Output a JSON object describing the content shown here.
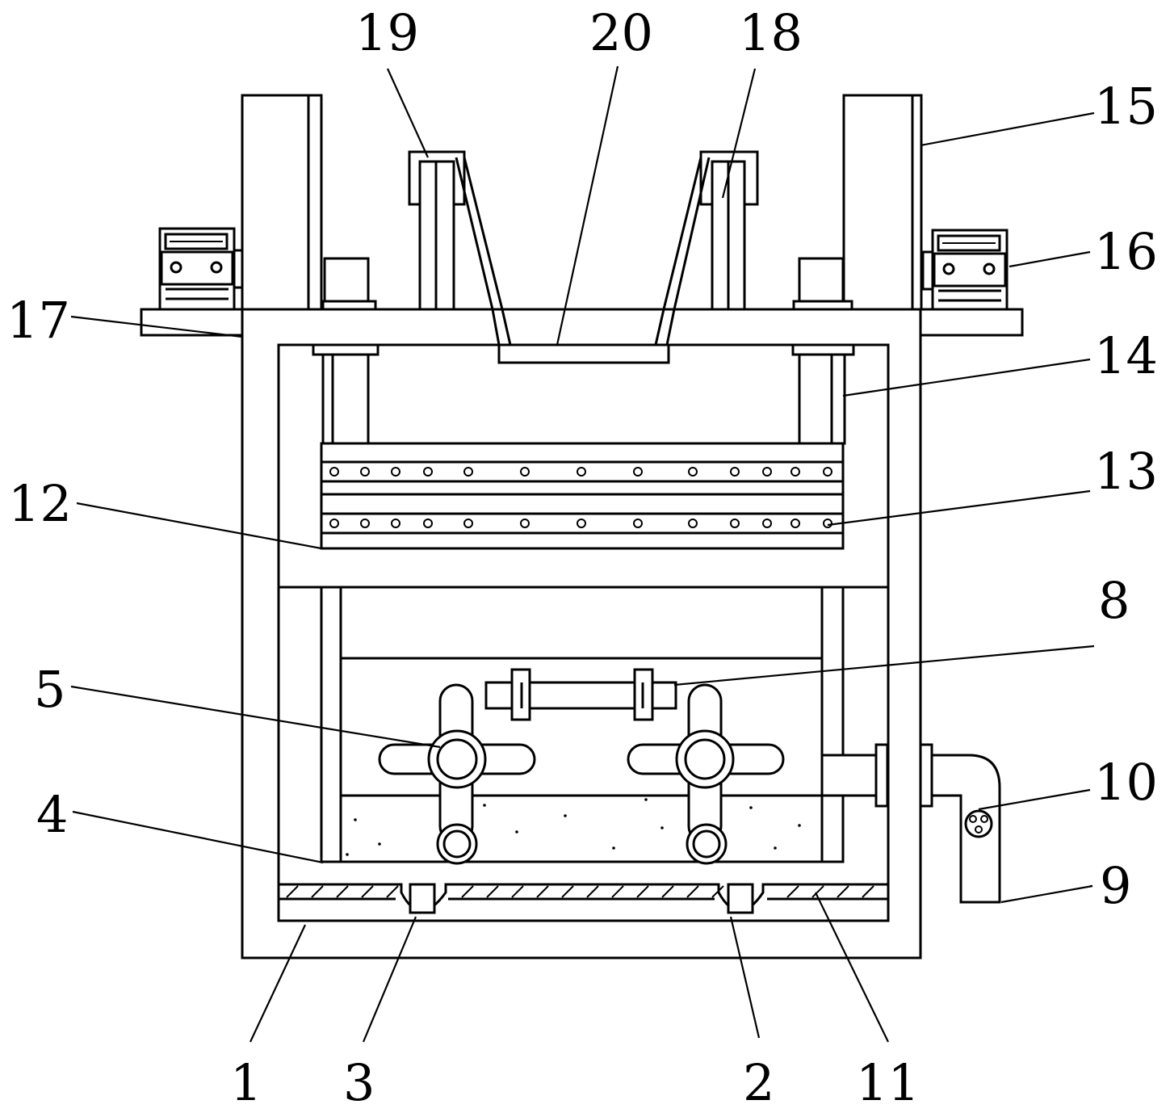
{
  "diagram": {
    "labels": [
      {
        "id": "1",
        "text": "1"
      },
      {
        "id": "2",
        "text": "2"
      },
      {
        "id": "3",
        "text": "3"
      },
      {
        "id": "4",
        "text": "4"
      },
      {
        "id": "5",
        "text": "5"
      },
      {
        "id": "8",
        "text": "8"
      },
      {
        "id": "9",
        "text": "9"
      },
      {
        "id": "10",
        "text": "10"
      },
      {
        "id": "11",
        "text": "11"
      },
      {
        "id": "12",
        "text": "12"
      },
      {
        "id": "13",
        "text": "13"
      },
      {
        "id": "14",
        "text": "14"
      },
      {
        "id": "15",
        "text": "15"
      },
      {
        "id": "16",
        "text": "16"
      },
      {
        "id": "17",
        "text": "17"
      },
      {
        "id": "18",
        "text": "18"
      },
      {
        "id": "19",
        "text": "19"
      },
      {
        "id": "20",
        "text": "20"
      }
    ]
  }
}
